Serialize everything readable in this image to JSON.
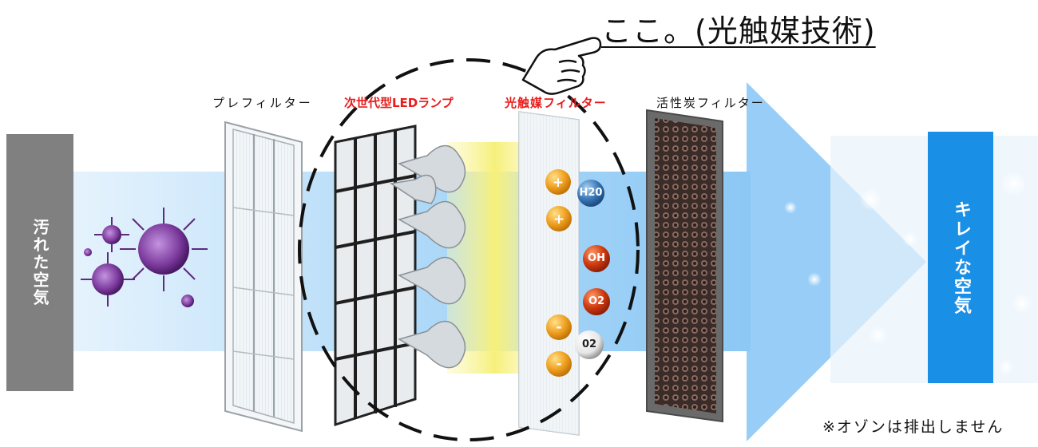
{
  "title": "ここ。(光触媒技術)",
  "labels": {
    "dirty_air": "汚れた空気",
    "clean_air": "キレイな空気",
    "prefilter": "プレフィルター",
    "led_lamp": "次世代型LEDランプ",
    "photocatalyst_filter": "光触媒フィルター",
    "carbon_filter": "活性炭フィルター"
  },
  "molecules": {
    "plus_1": "+",
    "plus_2": "+",
    "h2o": "H20",
    "oh": "OH",
    "o2_red": "O2",
    "minus_1": "-",
    "o2_white": "02",
    "minus_2": "-"
  },
  "note": "※オゾンは排出しません",
  "colors": {
    "dirty_box": "#808080",
    "clean_box": "#1a8fe6",
    "red_label": "#e81c1c",
    "flow_blue": "#8cc8f5",
    "led_glow": "#f6f07a",
    "virus_purple": "#7b3a9c"
  }
}
